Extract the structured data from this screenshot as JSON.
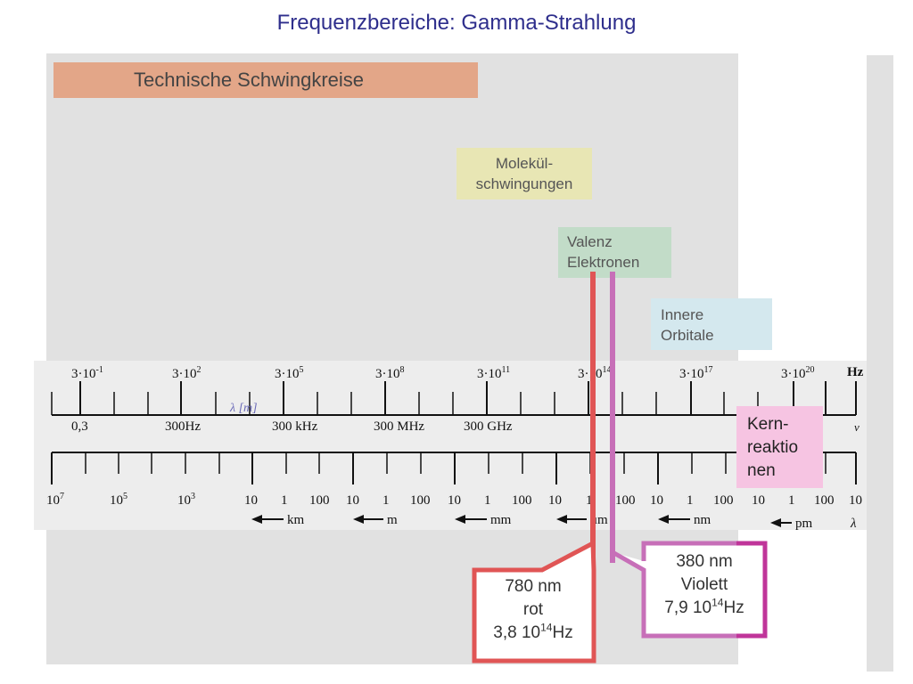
{
  "title": "Frequenzbereiche: Gamma-Strahlung",
  "boxes": {
    "technische": "Technische Schwingkreise",
    "molekuel_1": "Molekül-",
    "molekuel_2": "schwingungen",
    "valenz_1": "Valenz",
    "valenz_2": "Elektronen",
    "innere_1": "Innere",
    "innere_2": "Orbitale",
    "kern_1": "Kern-",
    "kern_2": "reaktio",
    "kern_3": "nen"
  },
  "scale": {
    "freq_ticks": [
      {
        "base": "3·10",
        "exp": "-1"
      },
      {
        "base": "3·10",
        "exp": "2"
      },
      {
        "base": "3·10",
        "exp": "5"
      },
      {
        "base": "3·10",
        "exp": "8"
      },
      {
        "base": "3·10",
        "exp": "11"
      },
      {
        "base": "3·10",
        "exp": "14"
      },
      {
        "base": "3·10",
        "exp": "17"
      },
      {
        "base": "3·10",
        "exp": "20"
      }
    ],
    "freq_unit": "Hz",
    "freq_symbol": "ν",
    "freq_words": [
      "0,3",
      "300Hz",
      "300 kHz",
      "300 MHz",
      "300 GHz"
    ],
    "lambda_label": "λ [m]",
    "lambda_ticks_left": [
      {
        "base": "10",
        "exp": "7"
      },
      {
        "base": "10",
        "exp": "5"
      },
      {
        "base": "10",
        "exp": "3"
      }
    ],
    "lambda_numbers": [
      "10",
      "1",
      "100",
      "10",
      "1",
      "100",
      "10",
      "1",
      "100",
      "10",
      "1",
      "100",
      "10",
      "1",
      "100",
      "10",
      "1",
      "100",
      "10"
    ],
    "lambda_units": [
      "km",
      "m",
      "mm",
      "μm",
      "nm",
      "pm"
    ],
    "lambda_symbol": "λ"
  },
  "callouts": {
    "red": {
      "line1": "780 nm",
      "line2": "rot",
      "line3_base": "3,8 10",
      "line3_exp": "14",
      "line3_unit": "Hz"
    },
    "violet": {
      "line1": "380 nm",
      "line2": "Violett",
      "line3_base": "7,9 10",
      "line3_exp": "14",
      "line3_unit": "Hz"
    }
  },
  "colors": {
    "title": "#2e2e8c",
    "red": "#e05555",
    "violet": "#c76fb8",
    "magenta_border": "#c0359a",
    "panel": "#e1e1e1"
  }
}
